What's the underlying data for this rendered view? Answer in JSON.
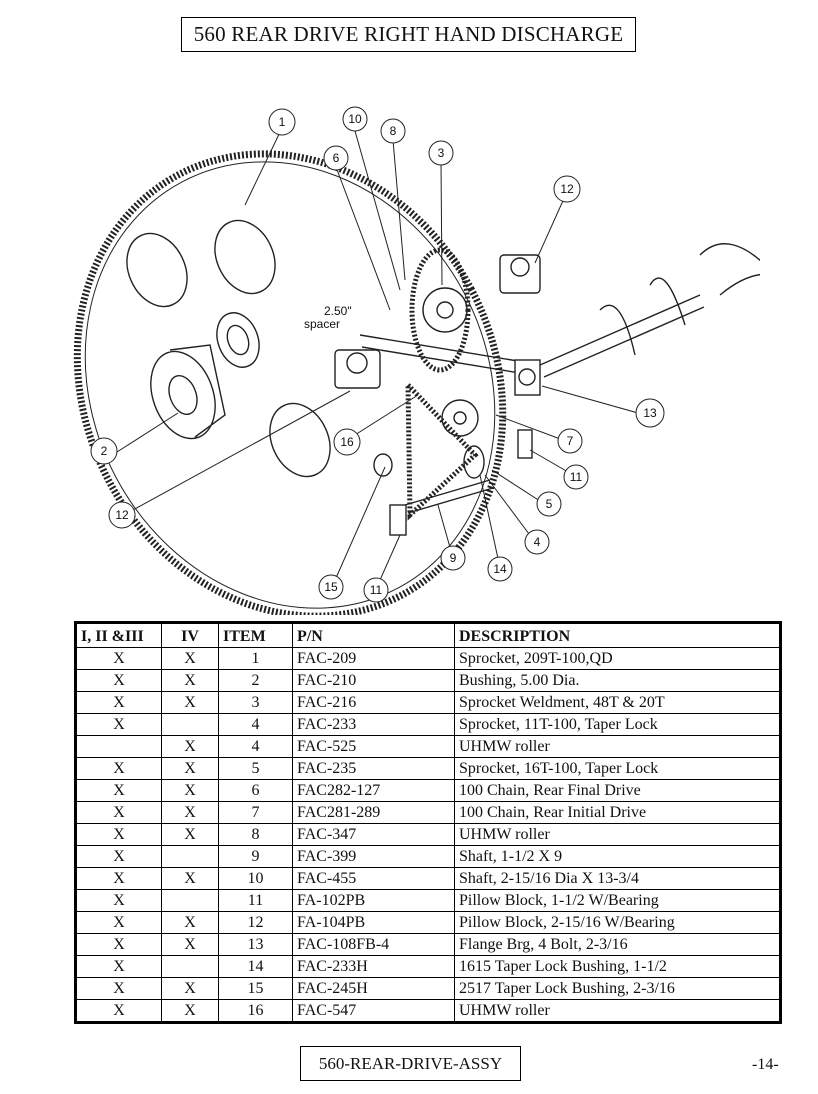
{
  "title": "560 REAR DRIVE RIGHT HAND DISCHARGE",
  "diagram": {
    "callouts": [
      "1",
      "10",
      "8",
      "6",
      "3",
      "12",
      "2.50\"",
      "spacer",
      "2",
      "12",
      "16",
      "13",
      "7",
      "11",
      "5",
      "4",
      "14",
      "9",
      "15",
      "11"
    ]
  },
  "table": {
    "headers": [
      "I, II &III",
      "IV",
      "ITEM",
      "P/N",
      "DESCRIPTION"
    ],
    "rows": [
      [
        "X",
        "X",
        "1",
        "FAC-209",
        "Sprocket, 209T-100,QD"
      ],
      [
        "X",
        "X",
        "2",
        "FAC-210",
        "Bushing, 5.00 Dia."
      ],
      [
        "X",
        "X",
        "3",
        "FAC-216",
        "Sprocket Weldment, 48T & 20T"
      ],
      [
        "X",
        "",
        "4",
        "FAC-233",
        "Sprocket, 11T-100, Taper Lock"
      ],
      [
        "",
        "X",
        "4",
        "FAC-525",
        "UHMW roller"
      ],
      [
        "X",
        "X",
        "5",
        "FAC-235",
        "Sprocket, 16T-100, Taper Lock"
      ],
      [
        "X",
        "X",
        "6",
        "FAC282-127",
        "100 Chain, Rear Final Drive"
      ],
      [
        "X",
        "X",
        "7",
        "FAC281-289",
        "100 Chain, Rear Initial Drive"
      ],
      [
        "X",
        "X",
        "8",
        "FAC-347",
        "UHMW roller"
      ],
      [
        "X",
        "",
        "9",
        "FAC-399",
        "Shaft, 1-1/2 X 9"
      ],
      [
        "X",
        "X",
        "10",
        "FAC-455",
        "Shaft, 2-15/16 Dia X 13-3/4"
      ],
      [
        "X",
        "",
        "11",
        "FA-102PB",
        "Pillow Block, 1-1/2 W/Bearing"
      ],
      [
        "X",
        "X",
        "12",
        "FA-104PB",
        "Pillow Block, 2-15/16 W/Bearing"
      ],
      [
        "X",
        "X",
        "13",
        "FAC-108FB-4",
        "Flange Brg, 4 Bolt, 2-3/16"
      ],
      [
        "X",
        "",
        "14",
        "FAC-233H",
        "1615 Taper Lock Bushing, 1-1/2"
      ],
      [
        "X",
        "X",
        "15",
        "FAC-245H",
        "2517 Taper Lock Bushing, 2-3/16"
      ],
      [
        "X",
        "X",
        "16",
        "FAC-547",
        "UHMW roller"
      ]
    ]
  },
  "footer": {
    "label": "560-REAR-DRIVE-ASSY",
    "page": "-14-"
  }
}
